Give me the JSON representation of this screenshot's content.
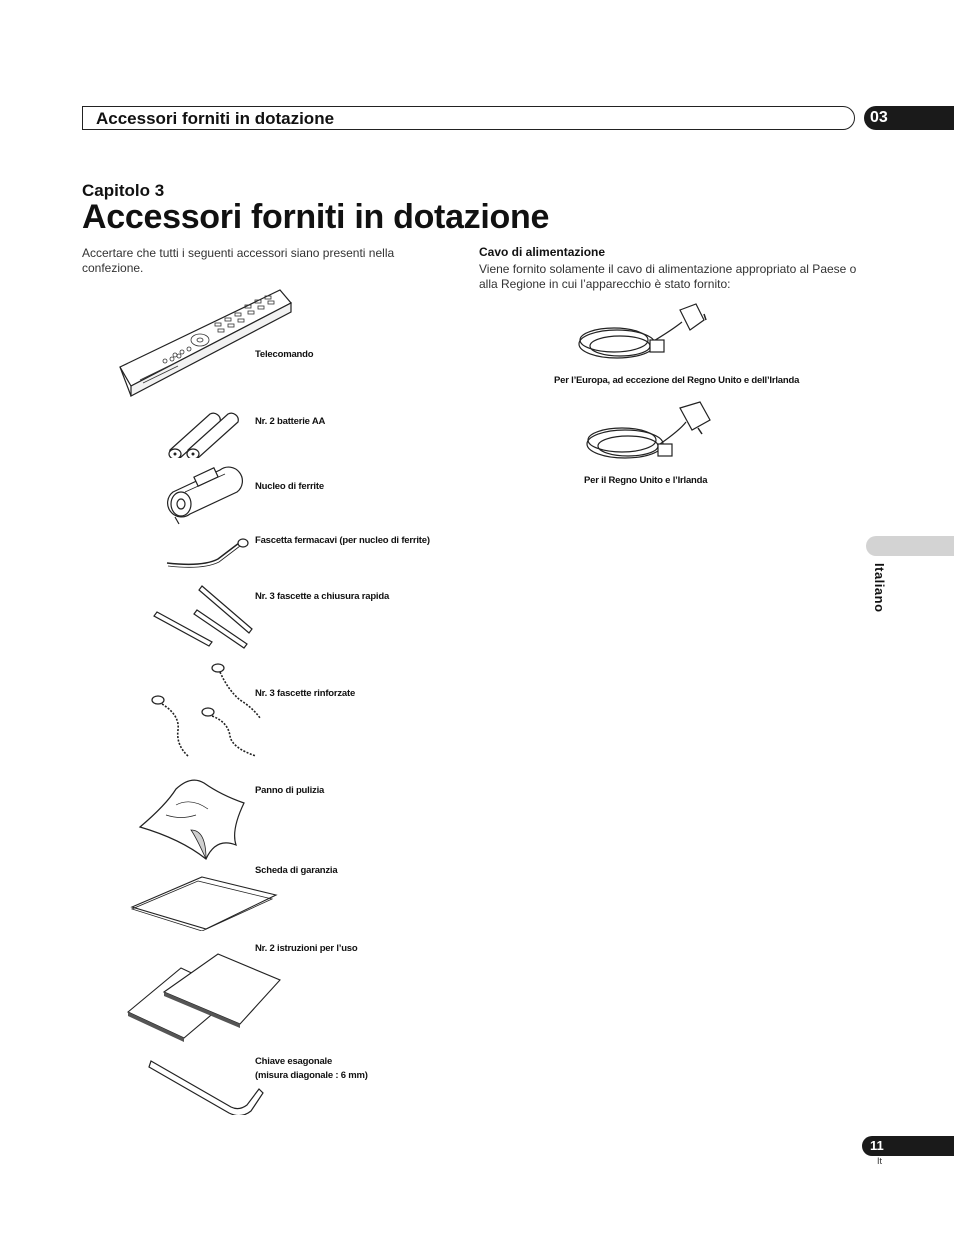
{
  "header": {
    "section_title": "Accessori forniti in dotazione",
    "chapter_number": "03"
  },
  "chapter": {
    "label": "Capitolo 3",
    "title": "Accessori forniti in dotazione"
  },
  "intro_text": "Accertare che tutti i seguenti accessori siano presenti nella confezione.",
  "accessories": [
    {
      "icon": "remote-control-icon",
      "label": "Telecomando"
    },
    {
      "icon": "aa-batteries-icon",
      "label": "Nr. 2 batterie AA"
    },
    {
      "icon": "ferrite-core-icon",
      "label": "Nucleo di ferrite"
    },
    {
      "icon": "cable-tie-icon",
      "label": "Fascetta fermacavi (per nucleo di ferrite)"
    },
    {
      "icon": "quick-clamps-icon",
      "label": "Nr. 3 fascette a chiusura rapida"
    },
    {
      "icon": "bead-bands-icon",
      "label": "Nr. 3 fascette rinforzate"
    },
    {
      "icon": "cleaning-cloth-icon",
      "label": "Panno di pulizia"
    },
    {
      "icon": "warranty-card-icon",
      "label": "Scheda di garanzia"
    },
    {
      "icon": "manuals-icon",
      "label": "Nr. 2 istruzioni per l’uso"
    },
    {
      "icon": "hex-key-icon",
      "label": "Chiave esagonale",
      "label2": "(misura diagonale : 6 mm)"
    }
  ],
  "power_cord": {
    "heading": "Cavo di alimentazione",
    "description": "Viene fornito solamente il cavo di alimentazione appropriato al Paese o alla Regione in cui l’apparecchio è stato fornito:",
    "variants": [
      {
        "icon": "europe-power-cord-icon",
        "label": "Per l’Europa, ad eccezione del Regno Unito e dell’Irlanda"
      },
      {
        "icon": "uk-power-cord-icon",
        "label": "Per il Regno Unito e l’Irlanda"
      }
    ]
  },
  "sidebar": {
    "language": "Italiano"
  },
  "footer": {
    "page_number": "11",
    "language_code": "It"
  }
}
